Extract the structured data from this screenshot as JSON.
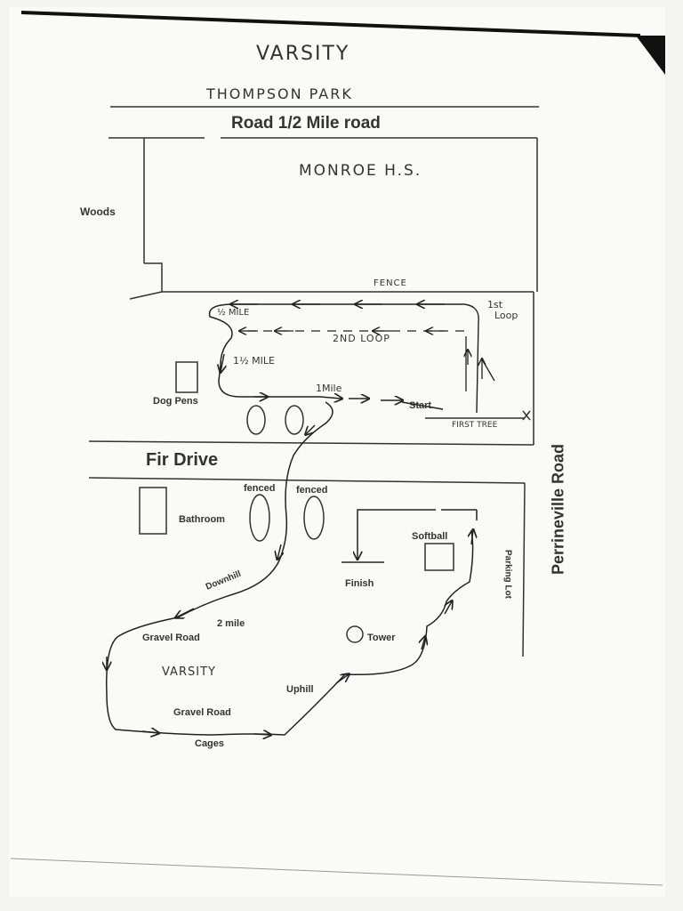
{
  "title": "VARSITY",
  "subtitle": "THOMPSON PARK",
  "labels": {
    "top_road": "Road  1/2 Mile road",
    "school": "MONROE  H.S.",
    "woods": "Woods",
    "fence": "FENCE",
    "first_loop_a": "1st",
    "first_loop_b": "Loop",
    "half_mile": "½ MILE",
    "second_loop": "2ND LOOP",
    "one_half_mile": "1½ MILE",
    "one_mile": "1Mile",
    "start": "Start",
    "first_tree": "FIRST TREE",
    "dog_pens": "Dog Pens",
    "fir_drive": "Fir Drive",
    "perrineville_road": "Perrineville Road",
    "fenced_1": "fenced",
    "fenced_2": "fenced",
    "bathroom": "Bathroom",
    "softball": "Softball",
    "parking_lot": "Parking Lot",
    "finish": "Finish",
    "downhill": "Downhill",
    "two_mile": "2 mile",
    "gravel_road_1": "Gravel Road",
    "varsity_course": "VARSITY",
    "tower": "Tower",
    "uphill": "Uphill",
    "gravel_road_2": "Gravel Road",
    "cages": "Cages"
  }
}
